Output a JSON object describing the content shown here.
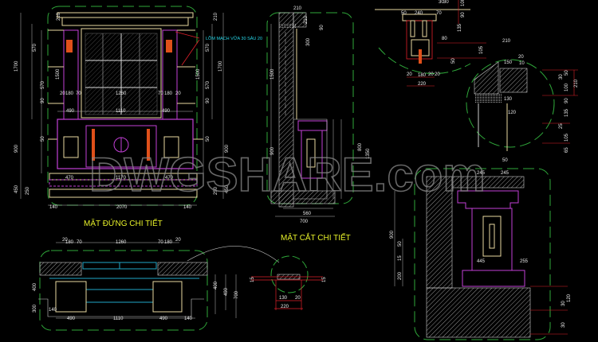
{
  "titles": {
    "elevation": "MẶT ĐỨNG CHI TIẾT",
    "section": "MẶT CẮT CHI TIẾT"
  },
  "note": "LÕM MẠCH VỮA 30 SÂU 20",
  "watermark": "DWGSHARE.com",
  "colors": {
    "background": "#000000",
    "outline": "#e8d9a0",
    "frame": "#c23fd6",
    "dimension": "#e8e8e8",
    "dimension_red": "#e0202a",
    "detail_circle": "#2fa83a",
    "title": "#e6f02a",
    "note": "#26d6e8",
    "glass": "#1fa7c9",
    "ornament": "#e0501a"
  },
  "dims": {
    "elev": [
      "1700",
      "1700",
      "570",
      "570",
      "1500",
      "1500",
      "570",
      "570",
      "900",
      "900",
      "450",
      "450",
      "20",
      "180",
      "70",
      "1260",
      "70",
      "180",
      "20",
      "490",
      "1110",
      "490",
      "470",
      "1170",
      "470",
      "140",
      "2070",
      "140",
      "250",
      "250",
      "210",
      "210",
      "90",
      "90",
      "50",
      "50"
    ],
    "sect": [
      "210",
      "210",
      "90",
      "300",
      "1500",
      "900",
      "800",
      "1350",
      "560",
      "700"
    ],
    "top": [
      "50",
      "240",
      "70",
      "30",
      "30",
      "100",
      "90",
      "135",
      "80",
      "105",
      "50",
      "20",
      "20",
      "180",
      "20",
      "220"
    ],
    "mid": [
      "210",
      "20",
      "150",
      "10",
      "210",
      "50",
      "30",
      "100",
      "90",
      "135",
      "25",
      "105",
      "65",
      "130",
      "120",
      "50"
    ],
    "plan": [
      "20",
      "180",
      "70",
      "1260",
      "70",
      "180",
      "20",
      "400",
      "300",
      "140",
      "490",
      "1110",
      "490",
      "140",
      "400",
      "490",
      "700",
      "130",
      "20",
      "220",
      "15",
      "15"
    ],
    "big": [
      "245",
      "245",
      "900",
      "200",
      "15",
      "50",
      "445",
      "255",
      "30",
      "120",
      "30"
    ]
  }
}
